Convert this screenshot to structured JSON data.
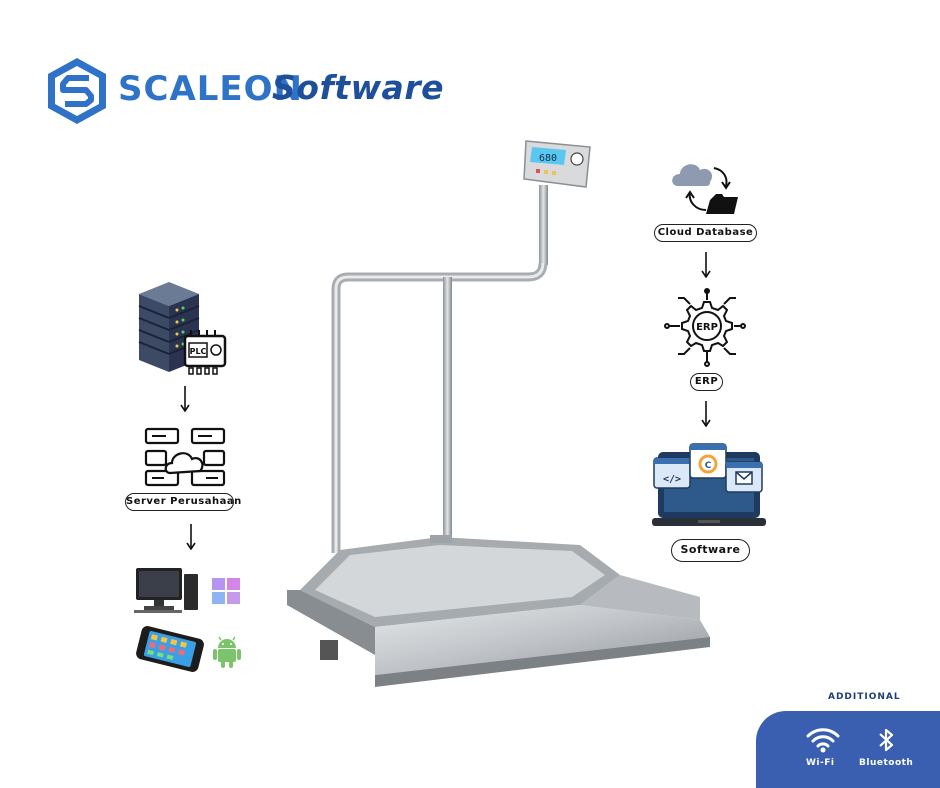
{
  "brand": {
    "name_part1": "SCALEON",
    "name_part2": "Software",
    "logo_icon": "scaleon-hexagon-logo-icon",
    "colors": {
      "primary": "#2f73c9",
      "dark": "#1d4f9b"
    }
  },
  "left_flow": {
    "top_icons": [
      "server-rack-icon",
      "plc-chip-icon"
    ],
    "server_label": "Server Perusahaan",
    "devices": [
      "desktop-computer-icon",
      "windows-logo-icon",
      "smartphone-icon",
      "android-logo-icon"
    ]
  },
  "right_flow": {
    "cloud_label": "Cloud Database",
    "erp_label": "ERP",
    "erp_badge": "ERP",
    "software_label": "Software"
  },
  "indicator": {
    "display_value": "680"
  },
  "additional": {
    "title": "ADDITIONAL",
    "wifi_label": "Wi-Fi",
    "bluetooth_label": "Bluetooth",
    "panel_color": "#3b5fb0"
  }
}
